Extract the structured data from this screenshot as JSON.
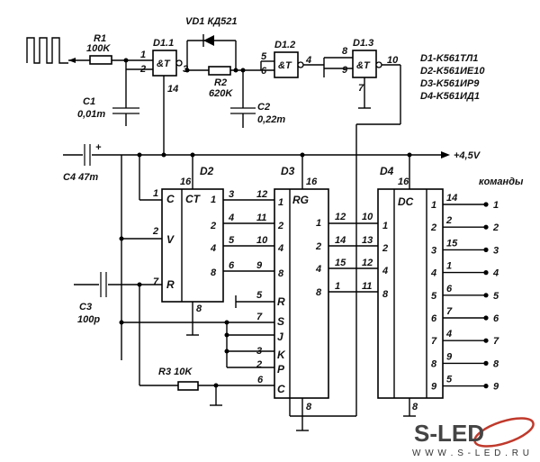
{
  "labels": {
    "r1": "R1",
    "r1_value": "100K",
    "d1_1": "D1.1",
    "d1_2": "D1.2",
    "d1_3": "D1.3",
    "schmitt_and": "&T",
    "vd1": "VD1 КД521",
    "r2": "R2",
    "r2_value": "620K",
    "c1": "C1",
    "c1_value": "0,01m",
    "c2": "C2",
    "c2_value": "0,22m",
    "plus": "+",
    "c4": "C4 47m",
    "vcc": "+4,5V",
    "d2": "D2",
    "d3": "D3",
    "d4": "D4",
    "ct": "CT",
    "rg": "RG",
    "dc": "DC",
    "pin_c": "C",
    "pin_v": "V",
    "pin_r": "R",
    "pin_s": "S",
    "pin_j": "J",
    "pin_k": "K",
    "pin_p": "P",
    "c3": "C3",
    "c3_value": "100p",
    "r3": "R3 10K",
    "commands": "команды"
  },
  "chips": [
    "D1-K561ТЛ1",
    "D2-K561ИЕ10",
    "D3-K561ИР9",
    "D4-K561ИД1"
  ],
  "pins": {
    "d1_1_in1": "1",
    "d1_1_in2": "2",
    "d1_1_out": "3",
    "d1_1_pwr": "14",
    "d1_2_in1": "5",
    "d1_2_in2": "6",
    "d1_2_out": "4",
    "d1_3_in1": "8",
    "d1_3_in2": "9",
    "d1_3_out": "10",
    "d1_3_pwr": "7",
    "d2_pwr": "16",
    "d2_c": "1",
    "d2_v": "2",
    "d2_r": "7",
    "d2_o1": "1",
    "d2_o2": "2",
    "d2_o4": "4",
    "d2_o8": "8",
    "d2_gnd": "8",
    "d2_p3": "3",
    "d2_p4": "4",
    "d2_p5": "5",
    "d2_p6": "6",
    "d3_p12": "12",
    "d3_p11": "11",
    "d3_p10": "10",
    "d3_p9": "9",
    "d3_pwr": "16",
    "d3_d1": "1",
    "d3_d2": "2",
    "d3_d4": "4",
    "d3_d8": "8",
    "d3_q1": "1",
    "d3_q2": "2",
    "d3_q4": "4",
    "d3_q8": "8",
    "d3_r": "5",
    "d3_s": "7",
    "d3_k": "3",
    "d3_p": "2",
    "d3_c": "6",
    "d3_gnd": "8",
    "d3_p12b": "12",
    "d3_p14": "14",
    "d3_p15": "15",
    "d3_p1": "1",
    "d4_p10": "10",
    "d4_p13": "13",
    "d4_p12": "12",
    "d4_p11": "11",
    "d4_pwr": "16",
    "d4_a1": "1",
    "d4_a2": "2",
    "d4_a4": "4",
    "d4_a8": "8",
    "d4_gnd": "8"
  },
  "outputs": [
    {
      "inner": "1",
      "pin": "14",
      "cmd": "1"
    },
    {
      "inner": "2",
      "pin": "2",
      "cmd": "2"
    },
    {
      "inner": "3",
      "pin": "15",
      "cmd": "3"
    },
    {
      "inner": "4",
      "pin": "1",
      "cmd": "4"
    },
    {
      "inner": "5",
      "pin": "6",
      "cmd": "5"
    },
    {
      "inner": "6",
      "pin": "7",
      "cmd": "6"
    },
    {
      "inner": "7",
      "pin": "4",
      "cmd": "7"
    },
    {
      "inner": "8",
      "pin": "9",
      "cmd": "8"
    },
    {
      "inner": "9",
      "pin": "5",
      "cmd": "9"
    }
  ],
  "footer": {
    "logo": "S-LED",
    "url": "W W W . S - L E D . R U"
  }
}
